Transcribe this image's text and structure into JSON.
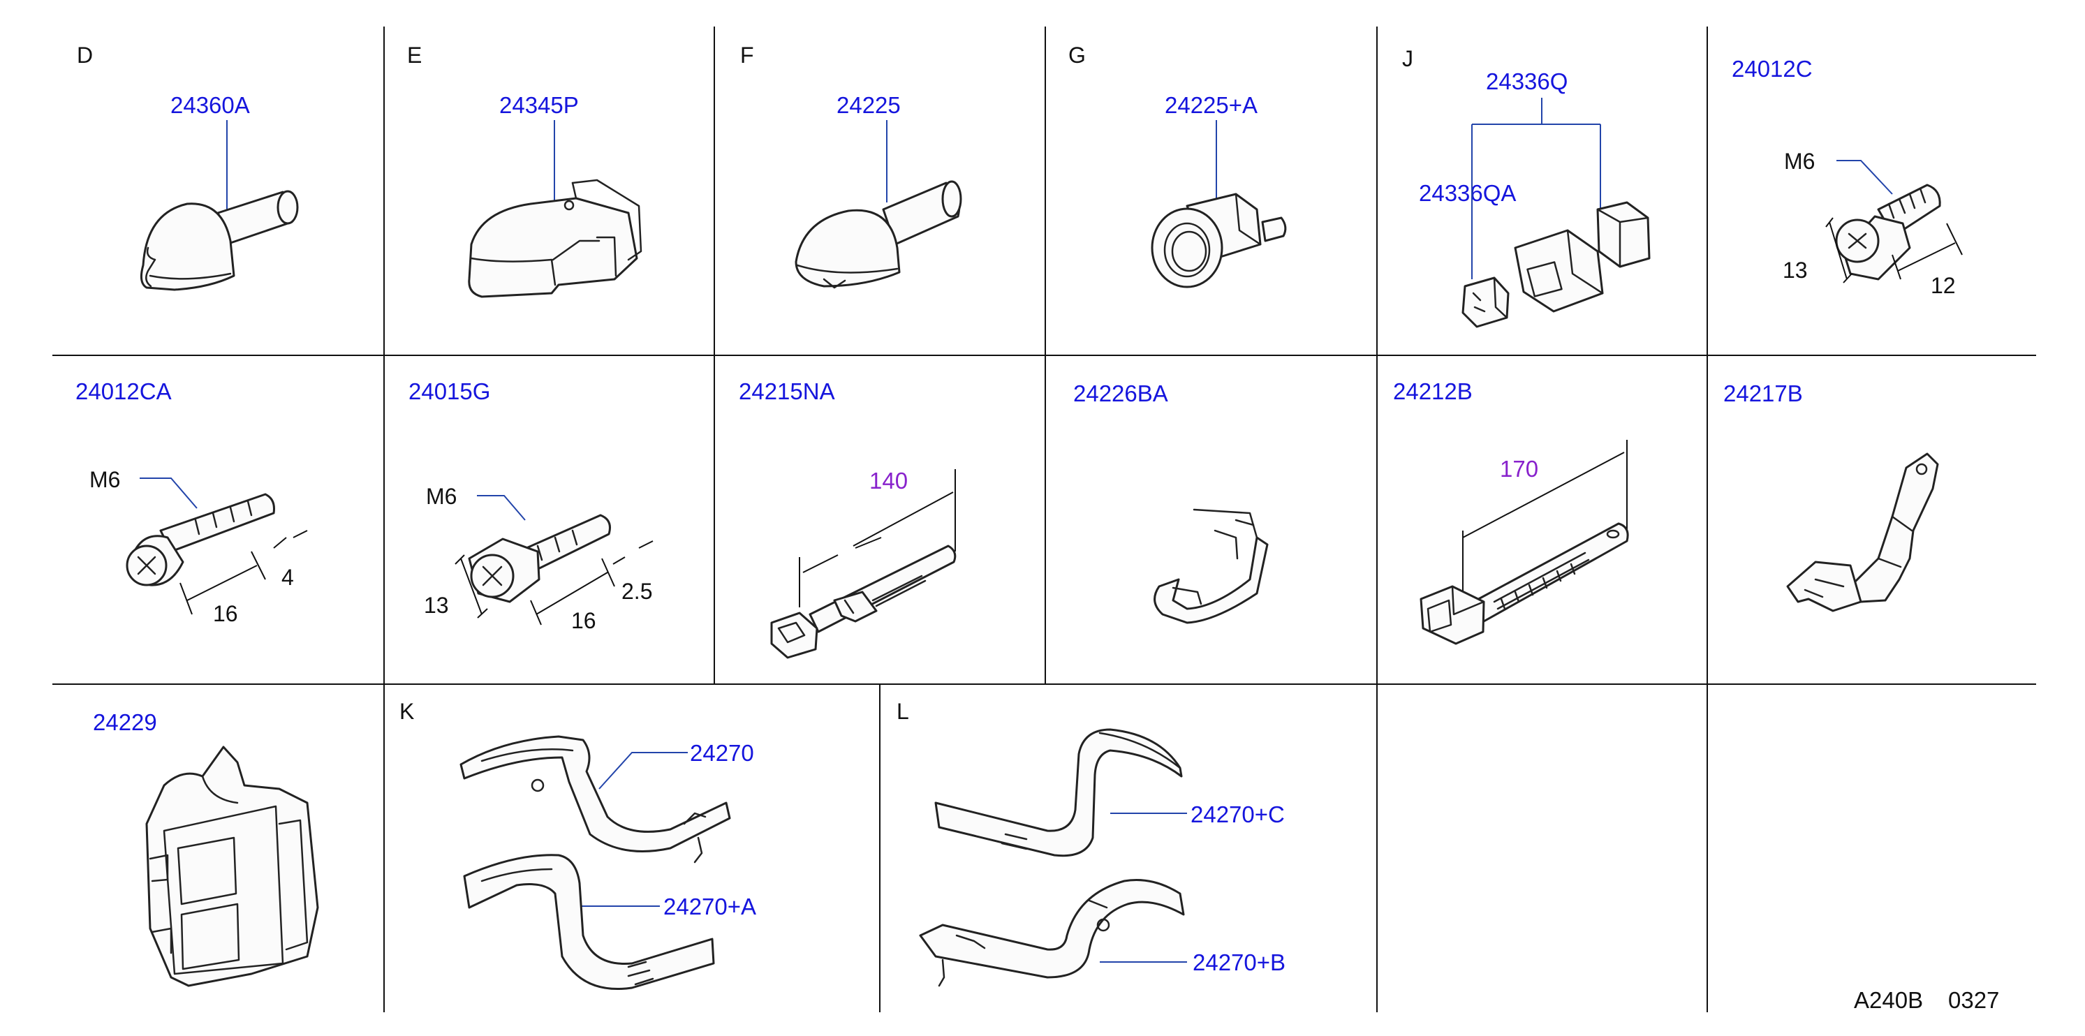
{
  "cells": {
    "D": {
      "letter": "D",
      "part": "24360A"
    },
    "E": {
      "letter": "E",
      "part": "24345P"
    },
    "F": {
      "letter": "F",
      "part": "24225"
    },
    "G": {
      "letter": "G",
      "part": "24225+A"
    },
    "J": {
      "letter": "J",
      "part_main": "24336Q",
      "part_sub": "24336QA"
    },
    "r1c6": {
      "part": "24012C",
      "thread": "M6",
      "dim_a": "13",
      "dim_b": "12"
    },
    "r2c1": {
      "part": "24012CA",
      "thread": "M6",
      "dim_a": "4",
      "dim_b": "16"
    },
    "r2c2": {
      "part": "24015G",
      "thread": "M6",
      "dim_a": "13",
      "dim_b": "16",
      "dim_c": "2.5"
    },
    "r2c3": {
      "part": "24215NA",
      "length": "140"
    },
    "r2c4": {
      "part": "24226BA"
    },
    "r2c5": {
      "part": "24212B",
      "length": "170"
    },
    "r2c6": {
      "part": "24217B"
    },
    "r3c1": {
      "part": "24229"
    },
    "K": {
      "letter": "K",
      "part_a": "24270",
      "part_b": "24270+A"
    },
    "L": {
      "letter": "L",
      "part_a": "24270+C",
      "part_b": "24270+B"
    }
  },
  "footer": {
    "code": "A240B",
    "number": "0327"
  },
  "colors": {
    "part_number": "#1515dd",
    "dimension_length": "#8822cc",
    "leader": "#2244aa",
    "line": "#111111"
  }
}
